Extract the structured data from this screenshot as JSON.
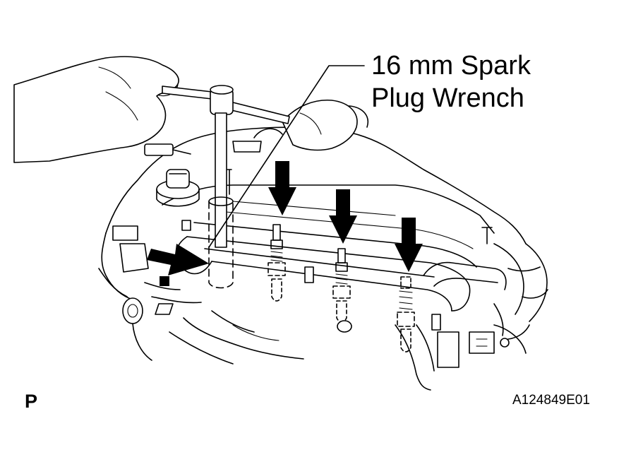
{
  "callout": {
    "line1": "16 mm Spark",
    "line2": "Plug Wrench"
  },
  "view_code": "P",
  "figure_id": "A124849E01",
  "icons": {
    "arrows": [
      "arrow-down-icon",
      "arrow-down-icon",
      "arrow-down-icon",
      "arrow-right-icon"
    ]
  },
  "colors": {
    "line": "#000000",
    "background": "#ffffff"
  }
}
